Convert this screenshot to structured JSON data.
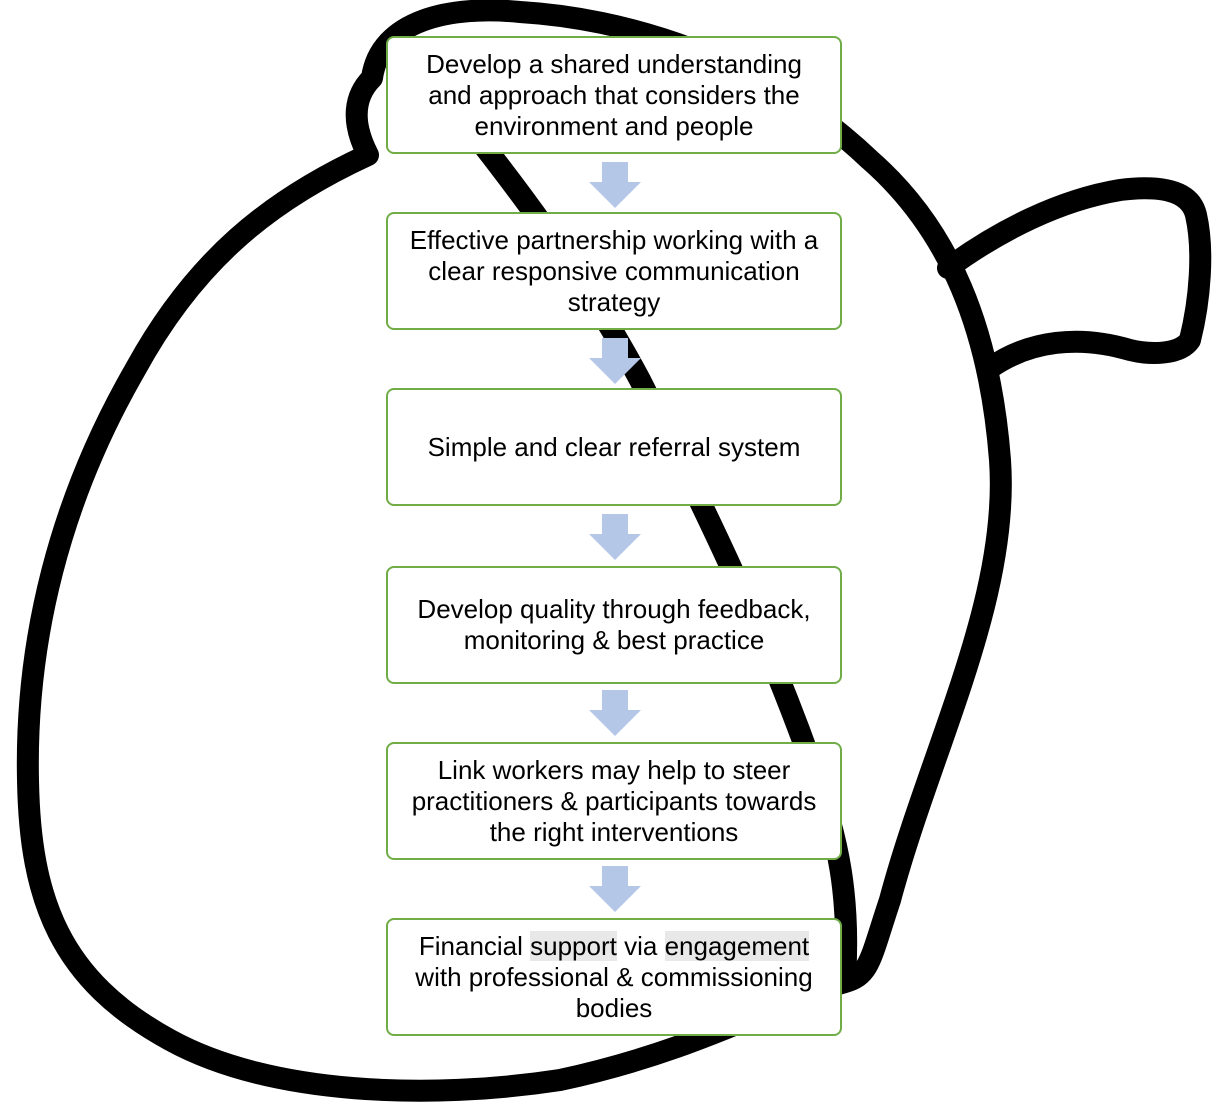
{
  "steps": [
    {
      "text": "Develop a shared understanding and approach that considers the environment and people"
    },
    {
      "text": "Effective partnership working with a clear responsive communication strategy"
    },
    {
      "text": "Simple and clear referral system"
    },
    {
      "text": "Develop quality through feedback, monitoring & best practice"
    },
    {
      "text": "Link workers may help to steer practitioners & participants towards the right interventions"
    },
    {
      "text": "Financial support via engagement with professional & commissioning bodies",
      "parts": [
        "Financial ",
        "support",
        " via ",
        "engagement",
        " with professional & commissioning bodies"
      ]
    }
  ],
  "colors": {
    "box_border": "#70ad47",
    "arrow_fill": "#b4c7e7",
    "outline": "#000000",
    "highlight": "#e8e8e8"
  },
  "icons": {
    "connector": "down-arrow-icon",
    "background": "seed-outline-icon"
  }
}
